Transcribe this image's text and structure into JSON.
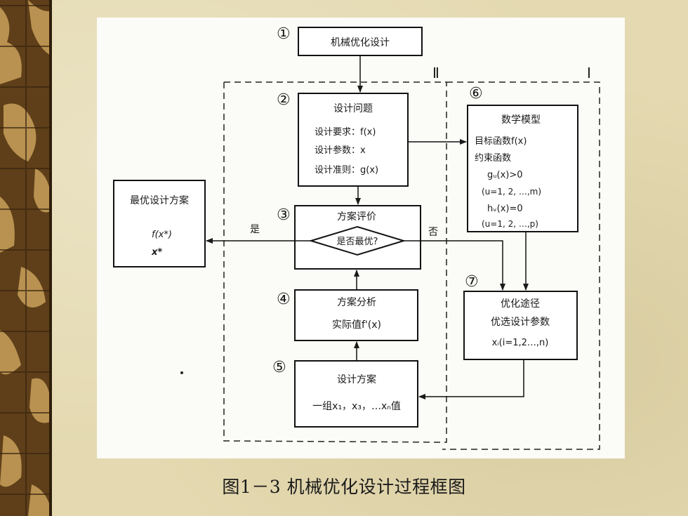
{
  "caption": "图1－3 机械优化设计过程框图",
  "nodes": {
    "n1": {
      "num": "①",
      "title": "机械优化设计"
    },
    "n2": {
      "num": "②",
      "title": "设计问题",
      "lines": [
        "设计要求：f(x)",
        "设计参数：x",
        "设计准则：g(x)"
      ]
    },
    "n3": {
      "num": "③",
      "title": "方案评价",
      "decision": "是否最优?"
    },
    "n4": {
      "num": "④",
      "title": "方案分析",
      "lines": [
        "实际值f'(x)"
      ]
    },
    "n5": {
      "num": "⑤",
      "title": "设计方案",
      "lines": [
        "一组x₁，x₃，…xₙ值"
      ]
    },
    "n6": {
      "num": "⑥",
      "title": "数学模型",
      "lines": [
        "目标函数f(x)",
        "约束函数",
        "gᵤ(x)>0",
        "(u=1, 2, …,m)",
        "hᵥ(x)=0",
        "(u=1, 2, …,p)"
      ]
    },
    "n7": {
      "num": "⑦",
      "title": "优化途径",
      "lines": [
        "优选设计参数",
        "xᵢ(i=1,2…,n)"
      ]
    },
    "result": {
      "title": "最优设计方案",
      "lines": [
        "f(x*)",
        "x*"
      ]
    }
  },
  "labels": {
    "yes": "是",
    "no": "否",
    "region_II": "Ⅱ",
    "region_I": "Ⅰ"
  }
}
